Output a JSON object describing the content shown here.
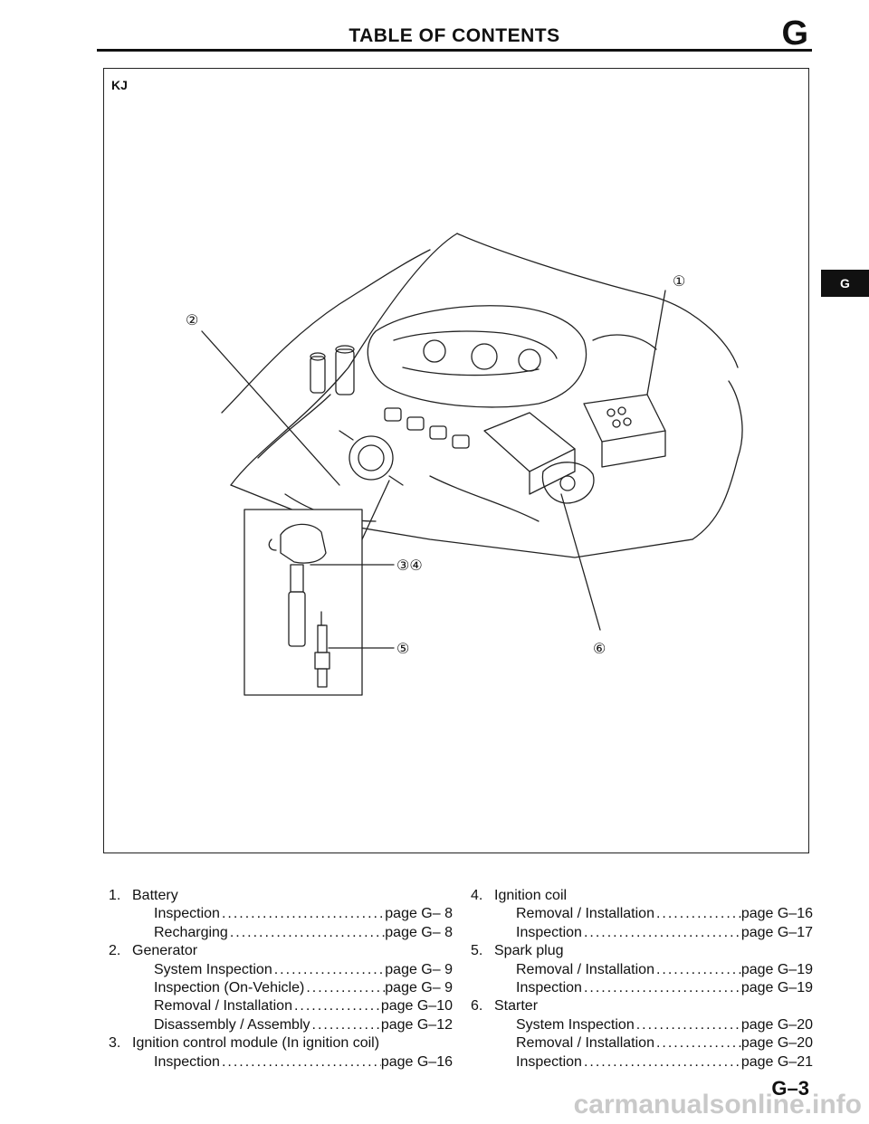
{
  "header": {
    "title": "TABLE OF CONTENTS",
    "section_letter": "G"
  },
  "side_tab": {
    "label": "G"
  },
  "figure": {
    "code": "KJ",
    "callouts": [
      "①",
      "②",
      "③④",
      "⑤",
      "⑥"
    ]
  },
  "toc": {
    "left": [
      {
        "number": "1.",
        "title": "Battery",
        "entries": [
          {
            "label": "Inspection",
            "page": "page G– 8"
          },
          {
            "label": "Recharging",
            "page": "page G– 8"
          }
        ]
      },
      {
        "number": "2.",
        "title": "Generator",
        "entries": [
          {
            "label": "System Inspection",
            "page": "page G– 9"
          },
          {
            "label": "Inspection (On-Vehicle)",
            "page": "page G– 9"
          },
          {
            "label": "Removal / Installation",
            "page": "page G–10"
          },
          {
            "label": "Disassembly / Assembly",
            "page": "page G–12"
          }
        ]
      },
      {
        "number": "3.",
        "title": "Ignition control module (In ignition coil)",
        "entries": [
          {
            "label": "Inspection",
            "page": "page G–16"
          }
        ]
      }
    ],
    "right": [
      {
        "number": "4.",
        "title": "Ignition coil",
        "entries": [
          {
            "label": "Removal / Installation",
            "page": "page G–16"
          },
          {
            "label": "Inspection",
            "page": "page G–17"
          }
        ]
      },
      {
        "number": "5.",
        "title": "Spark plug",
        "entries": [
          {
            "label": "Removal / Installation",
            "page": "page G–19"
          },
          {
            "label": "Inspection",
            "page": "page G–19"
          }
        ]
      },
      {
        "number": "6.",
        "title": "Starter",
        "entries": [
          {
            "label": "System Inspection",
            "page": "page G–20"
          },
          {
            "label": "Removal / Installation",
            "page": "page G–20"
          },
          {
            "label": "Inspection",
            "page": "page G–21"
          }
        ]
      }
    ]
  },
  "footer": {
    "page_number": "G–3",
    "watermark": "carmanualsonline.info"
  }
}
